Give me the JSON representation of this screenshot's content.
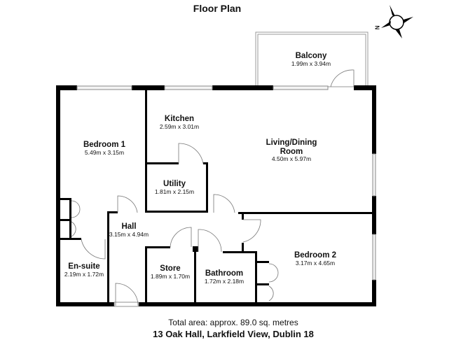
{
  "title": "Floor Plan",
  "compass": {
    "label": "N"
  },
  "rooms": [
    {
      "name": "Balcony",
      "dims": "1.99m x 3.94m"
    },
    {
      "name": "Kitchen",
      "dims": "2.59m x 3.01m"
    },
    {
      "name": "Bedroom 1",
      "dims": "5.49m x 3.15m"
    },
    {
      "name": "Living/Dining",
      "name2": "Room",
      "dims": "4.50m x 5.97m"
    },
    {
      "name": "Utility",
      "dims": "1.81m x 2.15m"
    },
    {
      "name": "Hall",
      "dims": "3.15m x 4.94m"
    },
    {
      "name": "En-suite",
      "dims": "2.19m x 1.72m"
    },
    {
      "name": "Store",
      "dims": "1.89m x 1.70m"
    },
    {
      "name": "Bathroom",
      "dims": "1.72m x 2.18m"
    },
    {
      "name": "Bedroom 2",
      "dims": "3.17m x 4.65m"
    }
  ],
  "footer": {
    "area": "Total area: approx. 89.0 sq. metres",
    "address": "13 Oak Hall, Larkfield View, Dublin 18"
  }
}
